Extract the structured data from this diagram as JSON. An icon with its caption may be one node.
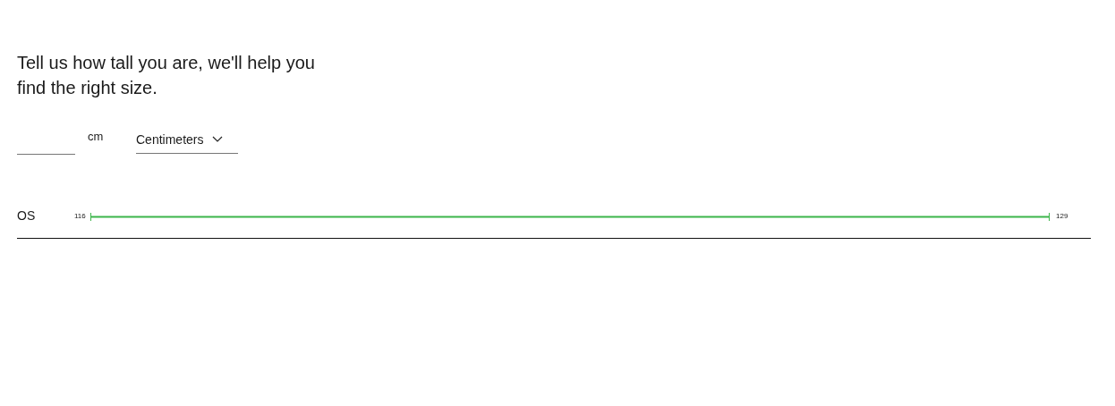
{
  "diagram": {
    "title": "Tell us how tall you are, we'll help you find the right size.",
    "labels": [
      "cm",
      "Centimeters",
      "OS",
      "116",
      "129"
    ]
  }
}
